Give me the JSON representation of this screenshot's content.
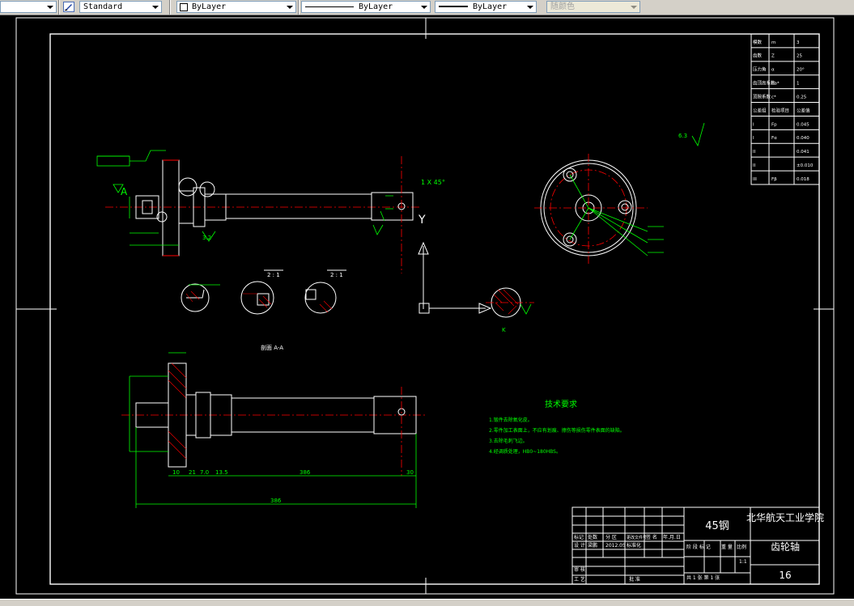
{
  "toolbar": {
    "text_style": "Standard",
    "layer": "ByLayer",
    "linetype": "ByLayer",
    "lineweight": "ByLayer",
    "plot_color": "随颜色"
  },
  "views": {
    "section_label": "剖面 A-A",
    "detail_b": "2 : 1",
    "detail_c": "2 : 1",
    "detail_a_label": "A",
    "view_y": "Y",
    "view_k": "K",
    "chamfer": "1 X 45°",
    "dims_bottom": [
      "10",
      "21",
      "7.0",
      "13.5",
      "386",
      "30"
    ],
    "dim_total": "386",
    "roughness_3_2": "3.2",
    "roughness_6_3": "6.3"
  },
  "tech": {
    "title": "技术要求",
    "items": [
      "1.锻件去除氧化皮。",
      "2.零件加工表面上，不应有划痕、擦伤等损伤零件表面的缺陷。",
      "3.去除毛刺飞边。",
      "4.经调质处理，HB0~180HBS。"
    ]
  },
  "gear_table": {
    "rows": [
      [
        "模数",
        "m",
        "3"
      ],
      [
        "齿数",
        "Z",
        "25"
      ],
      [
        "压力角",
        "α",
        "20°"
      ],
      [
        "齿顶高系数",
        "ha*",
        "1"
      ],
      [
        "顶隙系数",
        "c*",
        "0.25"
      ],
      [
        "公差组",
        "检验项目",
        "公差值"
      ],
      [
        "I",
        "Fp",
        "0.045"
      ],
      [
        "I",
        "Fα",
        "0.040"
      ],
      [
        "II",
        "",
        "0.041"
      ],
      [
        "II",
        "",
        "±0.010"
      ],
      [
        "III",
        "Fβ",
        "0.018"
      ]
    ]
  },
  "title_block": {
    "material": "45钢",
    "school": "北华航天工业学院",
    "part_name": "齿轮轴",
    "drawing_no": "16",
    "scale_label": "比例",
    "scale": "1:1",
    "row_labels": [
      "标记",
      "处数",
      "分 区",
      "更改文件号",
      "签 名",
      "年.月.日"
    ],
    "design": "设 计",
    "designer": "梁鹏",
    "date": "2012.05",
    "std": "标准化",
    "stage": "阶 段 标 记",
    "weight": "重 量",
    "review": "审 核",
    "process": "工 艺",
    "approve": "批 准",
    "sheets": "共 1 张  第 1 张"
  }
}
